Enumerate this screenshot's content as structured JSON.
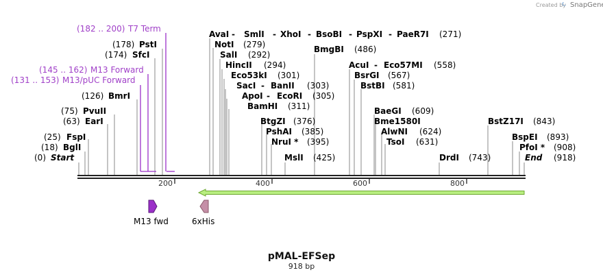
{
  "credit": {
    "prefix": "Created by",
    "brand": "SnapGene"
  },
  "title": "pMAL-EFSep",
  "length_label": "918 bp",
  "colors": {
    "feature_purple": "#9b30c8",
    "primer_label": "#a040c8",
    "orf_arrow_fill": "#b8ee80",
    "orf_arrow_stroke": "#6fa832",
    "his_fill": "#c58fa7",
    "m13_fill": "#9b30c8"
  },
  "axis_ticks": [
    "200",
    "400",
    "600",
    "800"
  ],
  "sites": [
    {
      "pos": "(0)",
      "name": "Start",
      "italic": true
    },
    {
      "pos": "(18)",
      "name": "BglI"
    },
    {
      "pos": "(25)",
      "name": "FspI"
    },
    {
      "pos": "(63)",
      "name": "EarI"
    },
    {
      "pos": "(75)",
      "name": "PvuII"
    },
    {
      "pos": "(126)",
      "name": "BmrI"
    },
    {
      "pos": "(174)",
      "name": "SfcI"
    },
    {
      "pos": "(178)",
      "name": "PstI"
    },
    {
      "name": "AvaI",
      "suffix": " - ",
      "extra": [
        "SmlI",
        "XhoI",
        "BsoBI",
        "PspXI",
        "PaeR7I"
      ],
      "pos": "(271)"
    },
    {
      "name": "NotI",
      "pos": "(279)"
    },
    {
      "name": "SalI",
      "pos": "(292)"
    },
    {
      "name": "HincII",
      "pos": "(294)"
    },
    {
      "name": "Eco53kI",
      "pos": "(301)"
    },
    {
      "name": "SacI",
      "extra": [
        "BanII"
      ],
      "pos": "(303)"
    },
    {
      "name": "ApoI",
      "extra": [
        "EcoRI"
      ],
      "pos": "(305)"
    },
    {
      "name": "BamHI",
      "pos": "(311)"
    },
    {
      "name": "BtgZI",
      "pos": "(376)"
    },
    {
      "name": "PshAI",
      "pos": "(385)"
    },
    {
      "name": "NruI *",
      "pos": "(395)"
    },
    {
      "name": "MslI",
      "pos": "(425)"
    },
    {
      "name": "BmgBI",
      "pos": "(486)"
    },
    {
      "name": "AcuI",
      "extra": [
        "Eco57MI"
      ],
      "pos": "(558)"
    },
    {
      "name": "BsrGI",
      "pos": "(567)"
    },
    {
      "name": "BstBI",
      "pos": "(581)"
    },
    {
      "name": "BaeGI",
      "pos": "(609)"
    },
    {
      "name": "Bme1580I",
      "pos": ""
    },
    {
      "name": "AlwNI",
      "pos": "(624)"
    },
    {
      "name": "TsoI",
      "pos": "(631)"
    },
    {
      "name": "DrdI",
      "pos": "(743)"
    },
    {
      "name": "BstZ17I",
      "pos": "(843)"
    },
    {
      "name": "BspEI",
      "pos": "(893)"
    },
    {
      "name": "PfoI *",
      "pos": "(908)"
    },
    {
      "name": "End",
      "italic": true,
      "pos": "(918)"
    }
  ],
  "primers": [
    {
      "range": "(182 .. 200)",
      "name": "T7 Term"
    },
    {
      "range": "(145 .. 162)",
      "name": "M13 Forward"
    },
    {
      "range": "(131 .. 153)",
      "name": "M13/pUC Forward"
    }
  ],
  "features": [
    {
      "name": "M13 fwd"
    },
    {
      "name": "6xHis"
    }
  ]
}
